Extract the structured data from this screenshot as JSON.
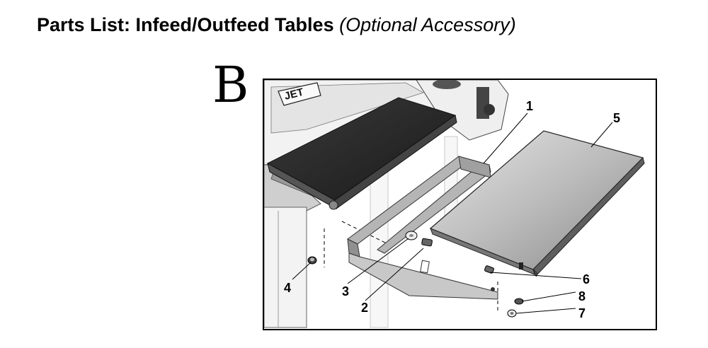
{
  "header": {
    "title_bold": "Parts List: Infeed/Outfeed Tables",
    "title_italic": "(Optional Accessory)"
  },
  "figure": {
    "letter": "B",
    "brand_text": "JET",
    "callouts": [
      "1",
      "2",
      "3",
      "4",
      "5",
      "6",
      "7",
      "8"
    ]
  }
}
